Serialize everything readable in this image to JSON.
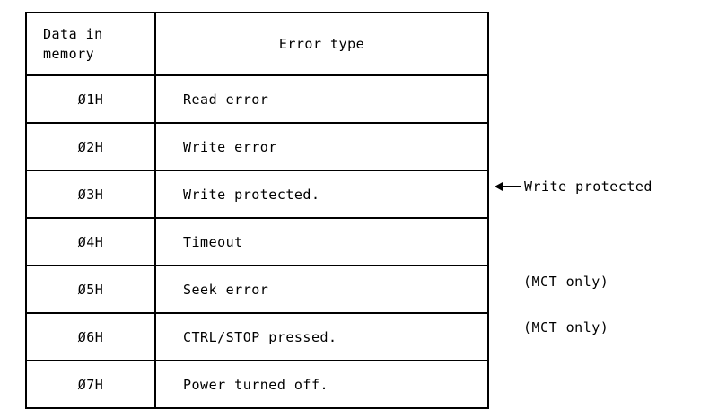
{
  "table": {
    "headers": {
      "code_line1": "Data in",
      "code_line2": "memory",
      "description": "Error type"
    },
    "rows": [
      {
        "code": "Ø1H",
        "description": "Read error"
      },
      {
        "code": "Ø2H",
        "description": "Write error"
      },
      {
        "code": "Ø3H",
        "description": "Write protected."
      },
      {
        "code": "Ø4H",
        "description": "Timeout"
      },
      {
        "code": "Ø5H",
        "description": "Seek error"
      },
      {
        "code": "Ø6H",
        "description": "CTRL/STOP pressed."
      },
      {
        "code": "Ø7H",
        "description": "Power turned off."
      }
    ]
  },
  "annotations": {
    "write_protected": "Write protected",
    "mct_only_seek": "(MCT only)",
    "mct_only_ctrl": "(MCT only)"
  },
  "colors": {
    "ink": "#000000",
    "paper": "#ffffff"
  }
}
